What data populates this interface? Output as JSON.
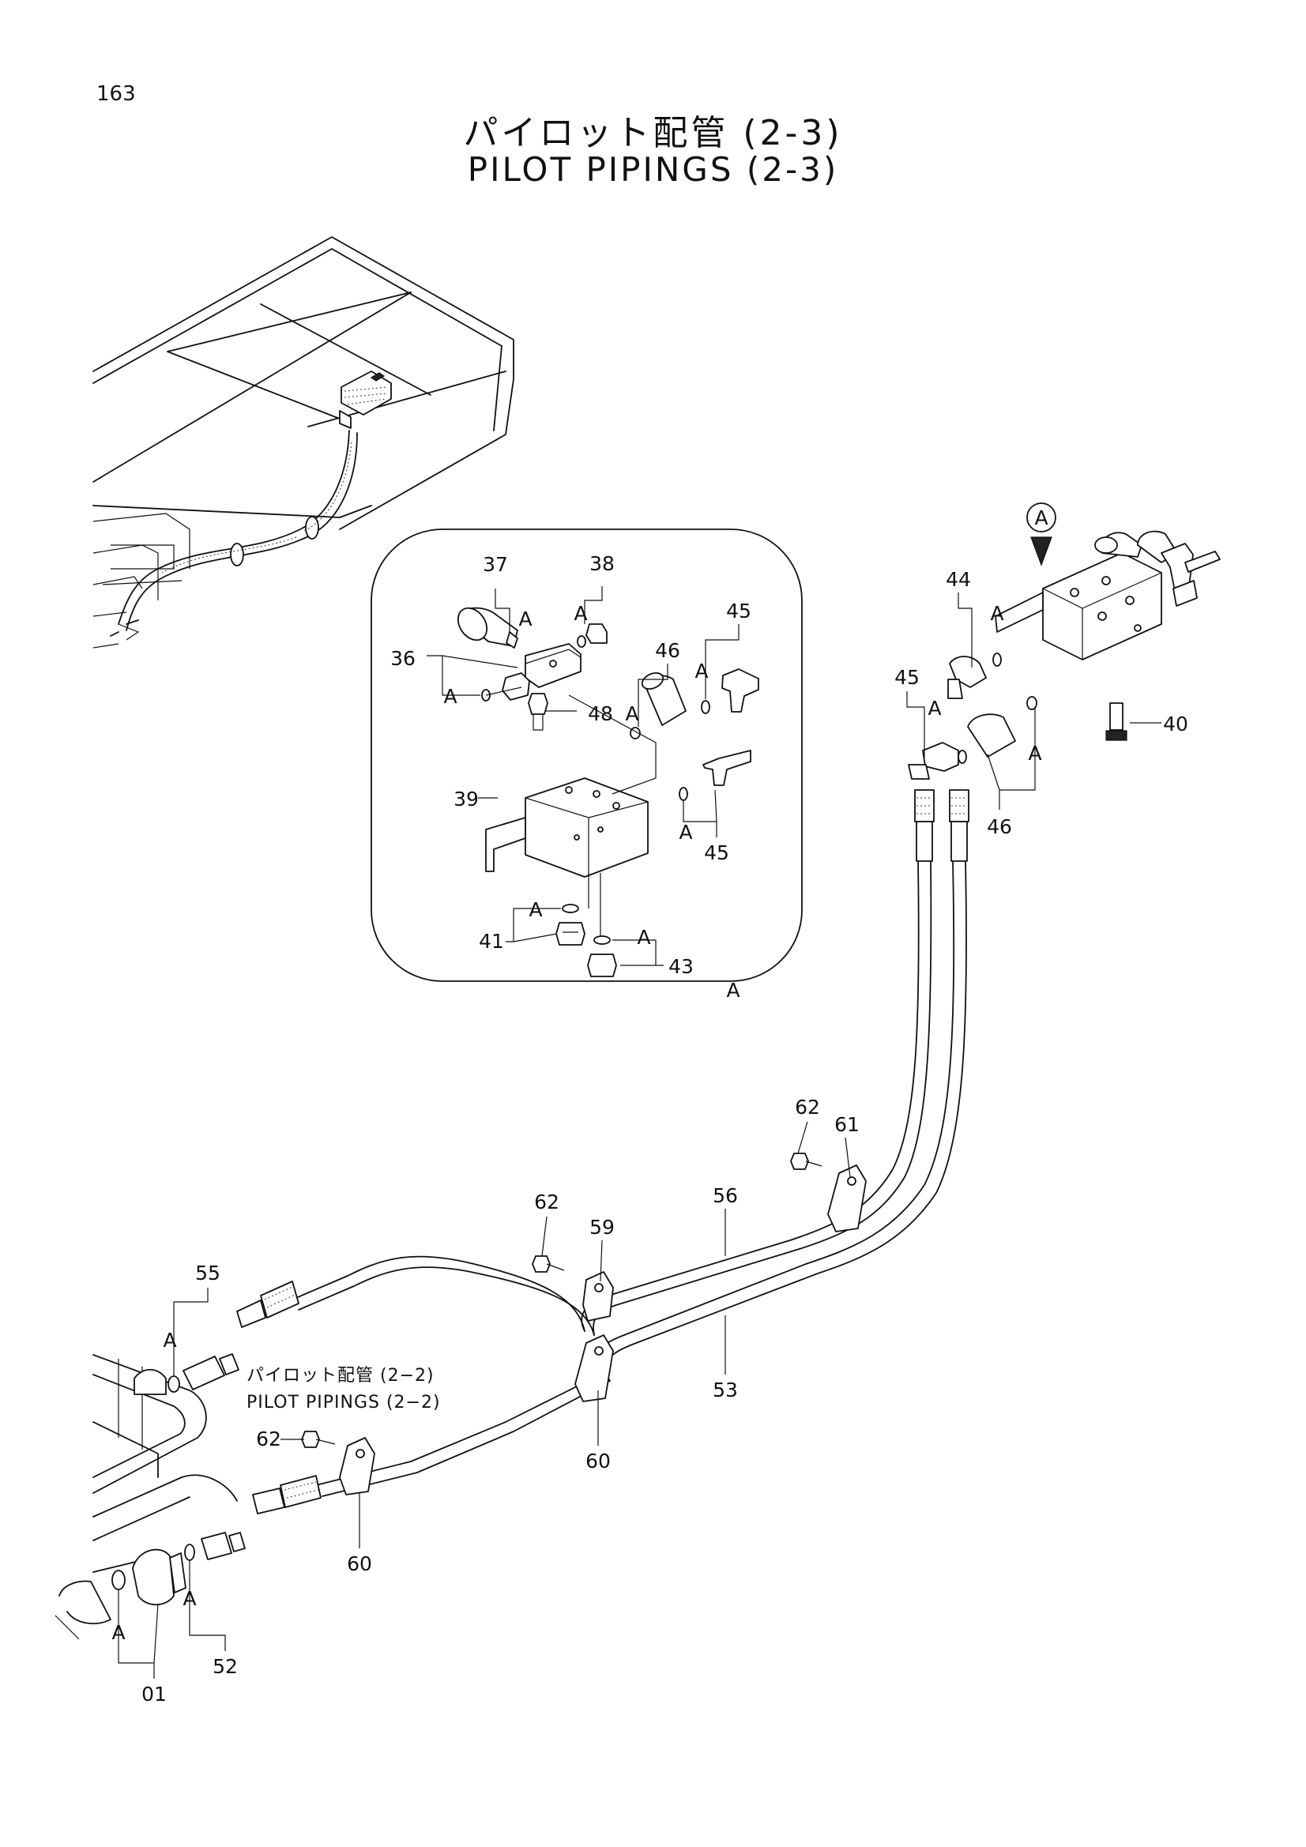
{
  "page": {
    "number": "163",
    "title_jp": "パイロット配管 (2-3)",
    "title_en": "PILOT PIPINGS (2-3)"
  },
  "detail": {
    "view_letter": "A",
    "fitting_ref": "A"
  },
  "reference": {
    "jp": "パイロット配管 (2−2)",
    "en": "PILOT PIPINGS (2−2)"
  },
  "callouts": {
    "p01": "01",
    "p36": "36",
    "p37": "37",
    "p38": "38",
    "p39": "39",
    "p40": "40",
    "p41": "41",
    "p43": "43",
    "p44": "44",
    "p45_detail_top": "45",
    "p45_detail_bottom": "45",
    "p45_main": "45",
    "p46_detail": "46",
    "p46_main": "46",
    "p48": "48",
    "p52": "52",
    "p53": "53",
    "p55": "55",
    "p56": "56",
    "p59": "59",
    "p60_upper": "60",
    "p60_lower": "60",
    "p61": "61",
    "p62_a": "62",
    "p62_b": "62",
    "p62_c": "62"
  }
}
